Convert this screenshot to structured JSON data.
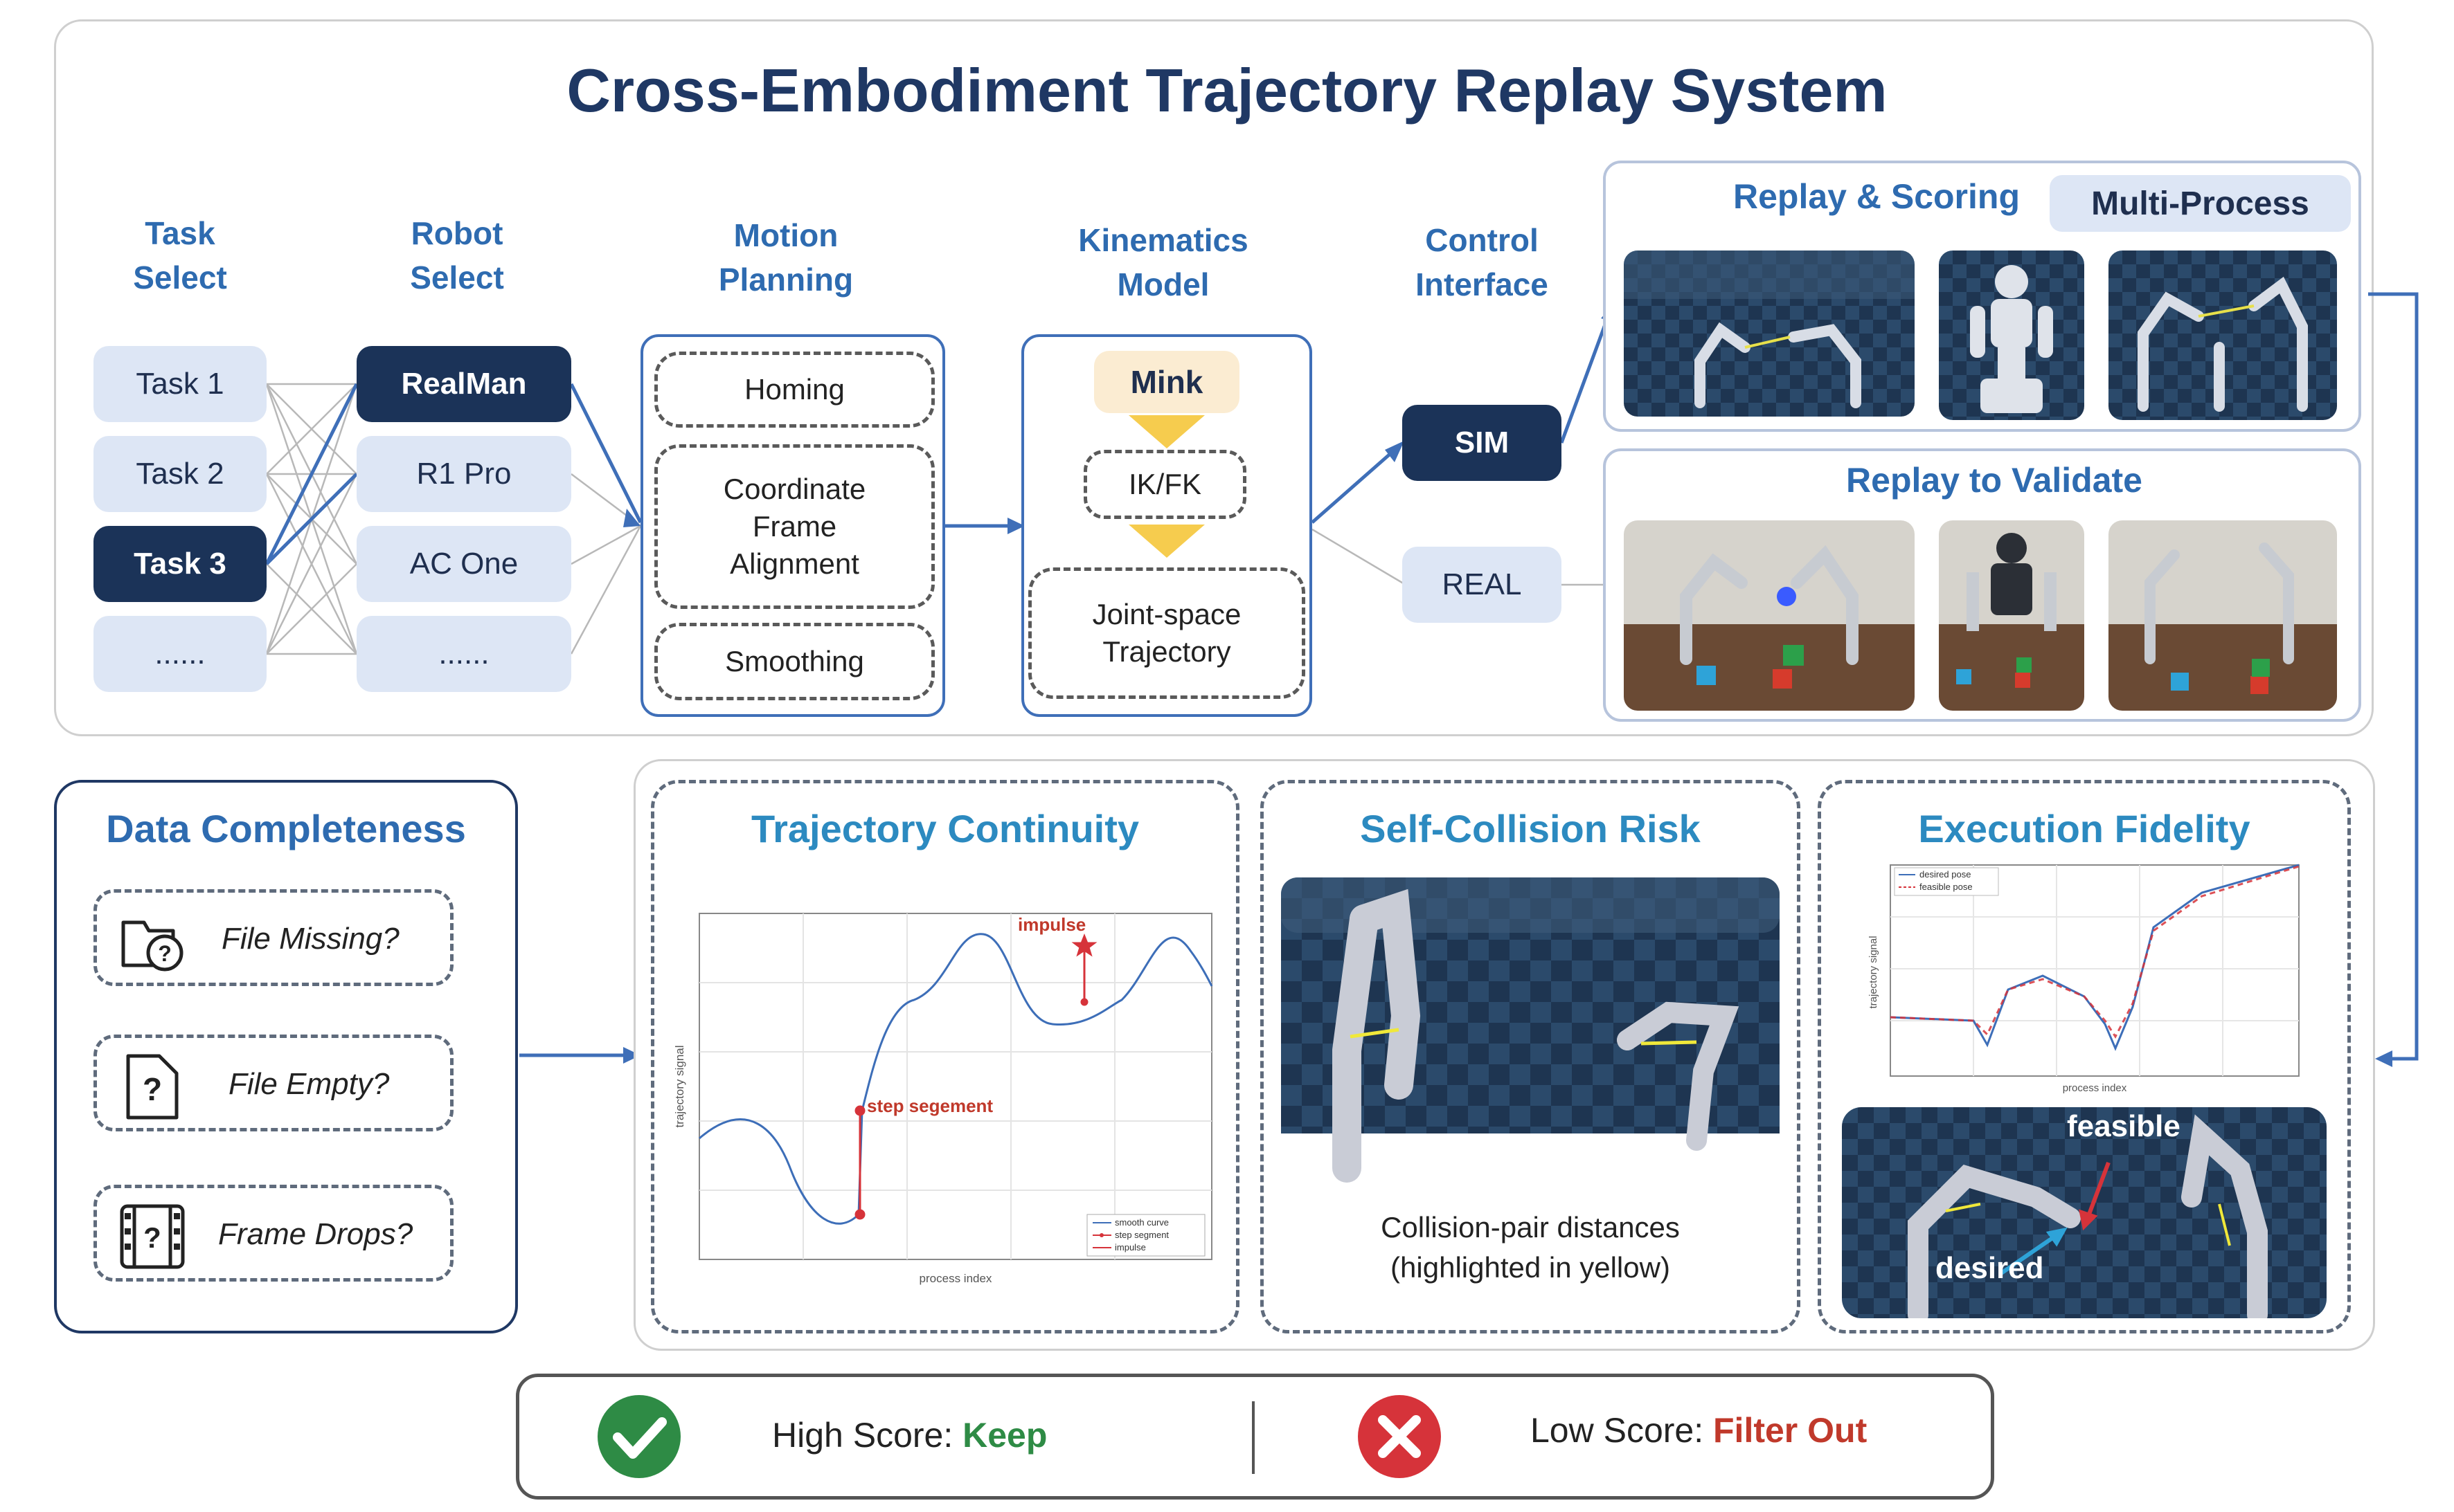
{
  "title": "Cross-Embodiment Trajectory Replay System",
  "pipeline": {
    "task_select": {
      "header_line1": "Task",
      "header_line2": "Select",
      "items": [
        "Task 1",
        "Task 2",
        "Task 3",
        "......"
      ],
      "selected": "Task 3"
    },
    "robot_select": {
      "header_line1": "Robot",
      "header_line2": "Select",
      "items": [
        "RealMan",
        "R1 Pro",
        "AC One",
        "......"
      ],
      "selected": "RealMan"
    },
    "motion_planning": {
      "header_line1": "Motion",
      "header_line2": "Planning",
      "steps": [
        "Homing",
        "Coordinate Frame Alignment",
        "Smoothing"
      ]
    },
    "kinematics_model": {
      "header_line1": "Kinematics",
      "header_line2": "Model",
      "solver": "Mink",
      "ikfk": "IK/FK",
      "output": "Joint-space Trajectory"
    },
    "control_interface": {
      "header_line1": "Control",
      "header_line2": "Interface",
      "sim": "SIM",
      "real": "REAL"
    }
  },
  "replay_scoring": {
    "title": "Replay & Scoring",
    "badge": "Multi-Process"
  },
  "replay_validate": {
    "title": "Replay to Validate"
  },
  "data_completeness": {
    "title": "Data Completeness",
    "items": [
      {
        "label": "File Missing?",
        "icon": "folder-question-icon"
      },
      {
        "label": "File Empty?",
        "icon": "file-question-icon"
      },
      {
        "label": "Frame Drops?",
        "icon": "film-question-icon"
      }
    ]
  },
  "trajectory_continuity": {
    "title": "Trajectory Continuity",
    "chart_data": {
      "type": "line",
      "xlabel": "process index",
      "ylabel": "trajectory signal",
      "series": [
        {
          "name": "smooth curve"
        },
        {
          "name": "step segment"
        },
        {
          "name": "impulse"
        }
      ],
      "annotations": [
        "impulse",
        "step segement"
      ]
    }
  },
  "self_collision": {
    "title": "Self-Collision Risk",
    "caption_line1": "Collision-pair distances",
    "caption_line2": "(highlighted in yellow)"
  },
  "execution_fidelity": {
    "title": "Execution Fidelity",
    "chart_data": {
      "type": "line",
      "xlabel": "process index",
      "ylabel": "trajectory signal",
      "series": [
        {
          "name": "desired pose"
        },
        {
          "name": "feasible pose"
        }
      ]
    },
    "label_feasible": "feasible",
    "label_desired": "desired"
  },
  "scoring": {
    "high_prefix": "High Score: ",
    "high_action": "Keep",
    "low_prefix": "Low Score: ",
    "low_action": "Filter Out",
    "colors": {
      "keep": "#2e8b45",
      "filter": "#c0392b"
    }
  }
}
